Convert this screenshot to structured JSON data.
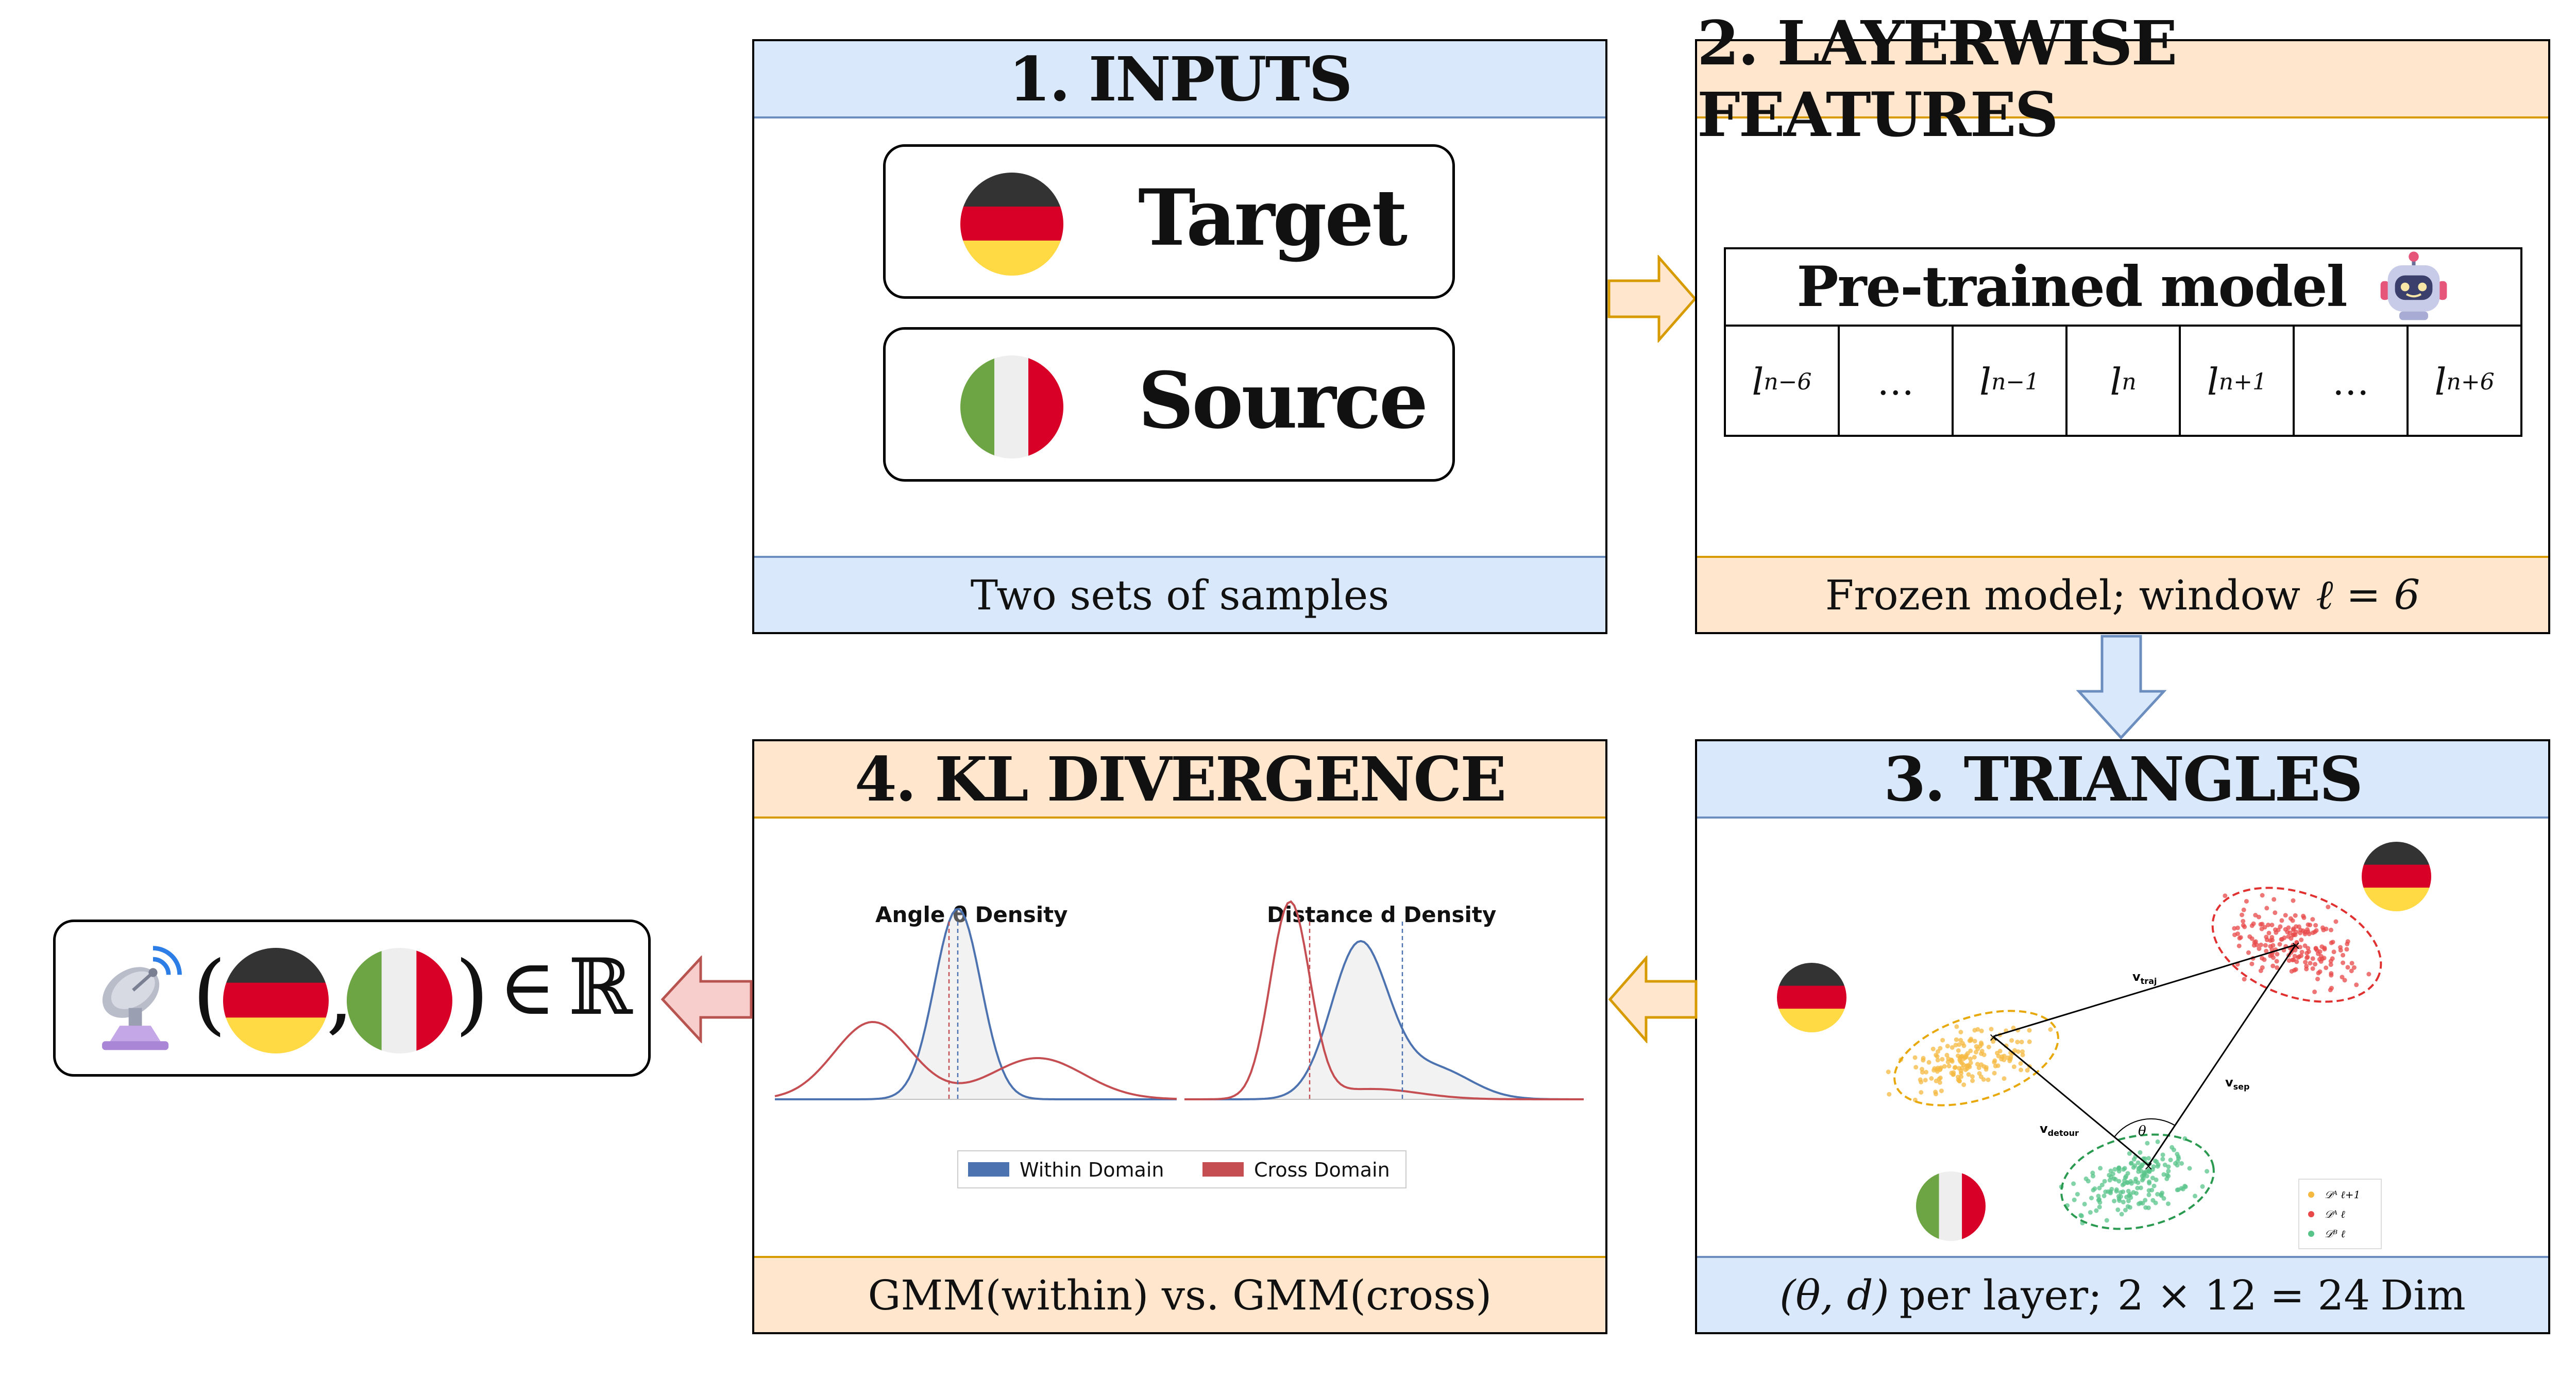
{
  "panels": {
    "inputs": {
      "title": "1. INPUTS",
      "footer": "Two sets of samples",
      "items": [
        {
          "label": "Target",
          "flag": "germany-flag-icon"
        },
        {
          "label": "Source",
          "flag": "italy-flag-icon"
        }
      ]
    },
    "layerwise": {
      "title": "2. LAYERWISE FEATURES",
      "footer_text": "Frozen model; window",
      "footer_math": "ℓ = 6",
      "model_title": "Pre-trained model",
      "model_icon": "robot-icon",
      "layers": [
        {
          "base": "l",
          "sub": "n−6"
        },
        {
          "base": "…",
          "sub": ""
        },
        {
          "base": "l",
          "sub": "n−1"
        },
        {
          "base": "l",
          "sub": "n"
        },
        {
          "base": "l",
          "sub": "n+1"
        },
        {
          "base": "…",
          "sub": ""
        },
        {
          "base": "l",
          "sub": "n+6"
        }
      ]
    },
    "triangles": {
      "title": "3. TRIANGLES",
      "footer_math1": "(θ, d)",
      "footer_text": "per layer;",
      "footer_math2": "2 × 12 = 24",
      "footer_text2": "Dim",
      "vector_labels": {
        "traj": "v",
        "traj_sub": "traj",
        "sep": "v",
        "sep_sub": "sep",
        "detour": "v",
        "detour_sub": "detour",
        "angle": "θ"
      },
      "legend": [
        "𝒟ᴬ ℓ+1",
        "𝒟ᴬ ℓ",
        "𝒟ᴮ ℓ"
      ]
    },
    "kl": {
      "title": "4. KL DIVERGENCE",
      "footer": "GMM(within) vs. GMM(cross)",
      "plot_titles": {
        "angle": "Angle θ Density",
        "distance": "Distance d Density"
      },
      "legend": [
        "Within Domain",
        "Cross Domain"
      ]
    }
  },
  "result": {
    "icon": "satellite-dish-icon",
    "expression_open": "(",
    "expression_sep": ",",
    "expression_close": ")",
    "relation": "∈",
    "set": "ℝ"
  },
  "colors": {
    "blue_fill": "#dae8fc",
    "blue_stroke": "#6c8ebf",
    "orange_fill": "#ffe6cc",
    "orange_stroke": "#d79b00",
    "red_fill": "#f8cecc",
    "red_stroke": "#b85450",
    "within": "#4c72b0",
    "cross": "#c44e52"
  }
}
